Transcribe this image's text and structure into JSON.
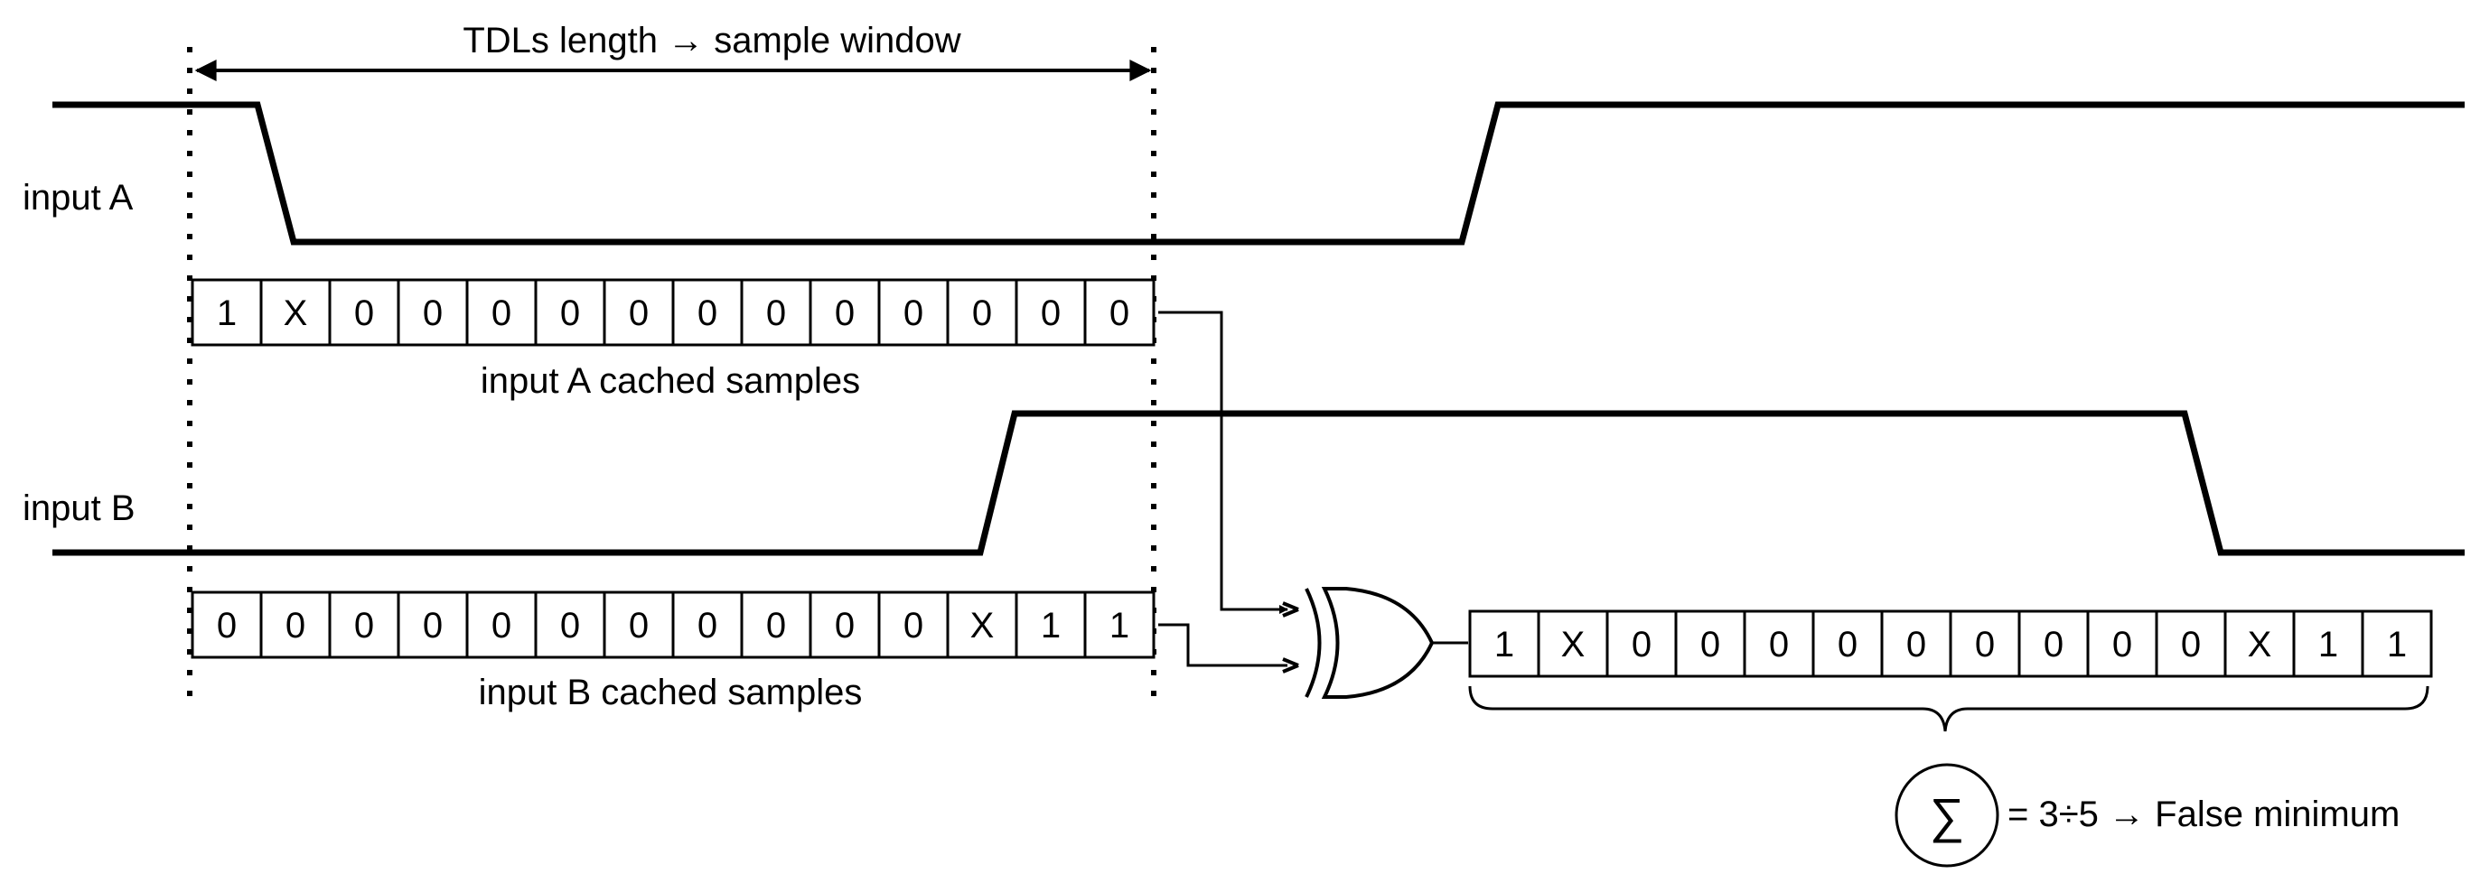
{
  "labels": {
    "window": "TDLs length → sample window",
    "input_a": "input A",
    "input_b": "input B",
    "cached_a": "input A cached samples",
    "cached_b": "input B cached samples",
    "sum_symbol": "∑",
    "result": "= 3÷5 → False minimum"
  },
  "registers": {
    "a": [
      "1",
      "X",
      "0",
      "0",
      "0",
      "0",
      "0",
      "0",
      "0",
      "0",
      "0",
      "0",
      "0",
      "0"
    ],
    "b": [
      "0",
      "0",
      "0",
      "0",
      "0",
      "0",
      "0",
      "0",
      "0",
      "0",
      "0",
      "X",
      "1",
      "1"
    ],
    "xor_out": [
      "1",
      "X",
      "0",
      "0",
      "0",
      "0",
      "0",
      "0",
      "0",
      "0",
      "0",
      "X",
      "1",
      "1"
    ]
  }
}
